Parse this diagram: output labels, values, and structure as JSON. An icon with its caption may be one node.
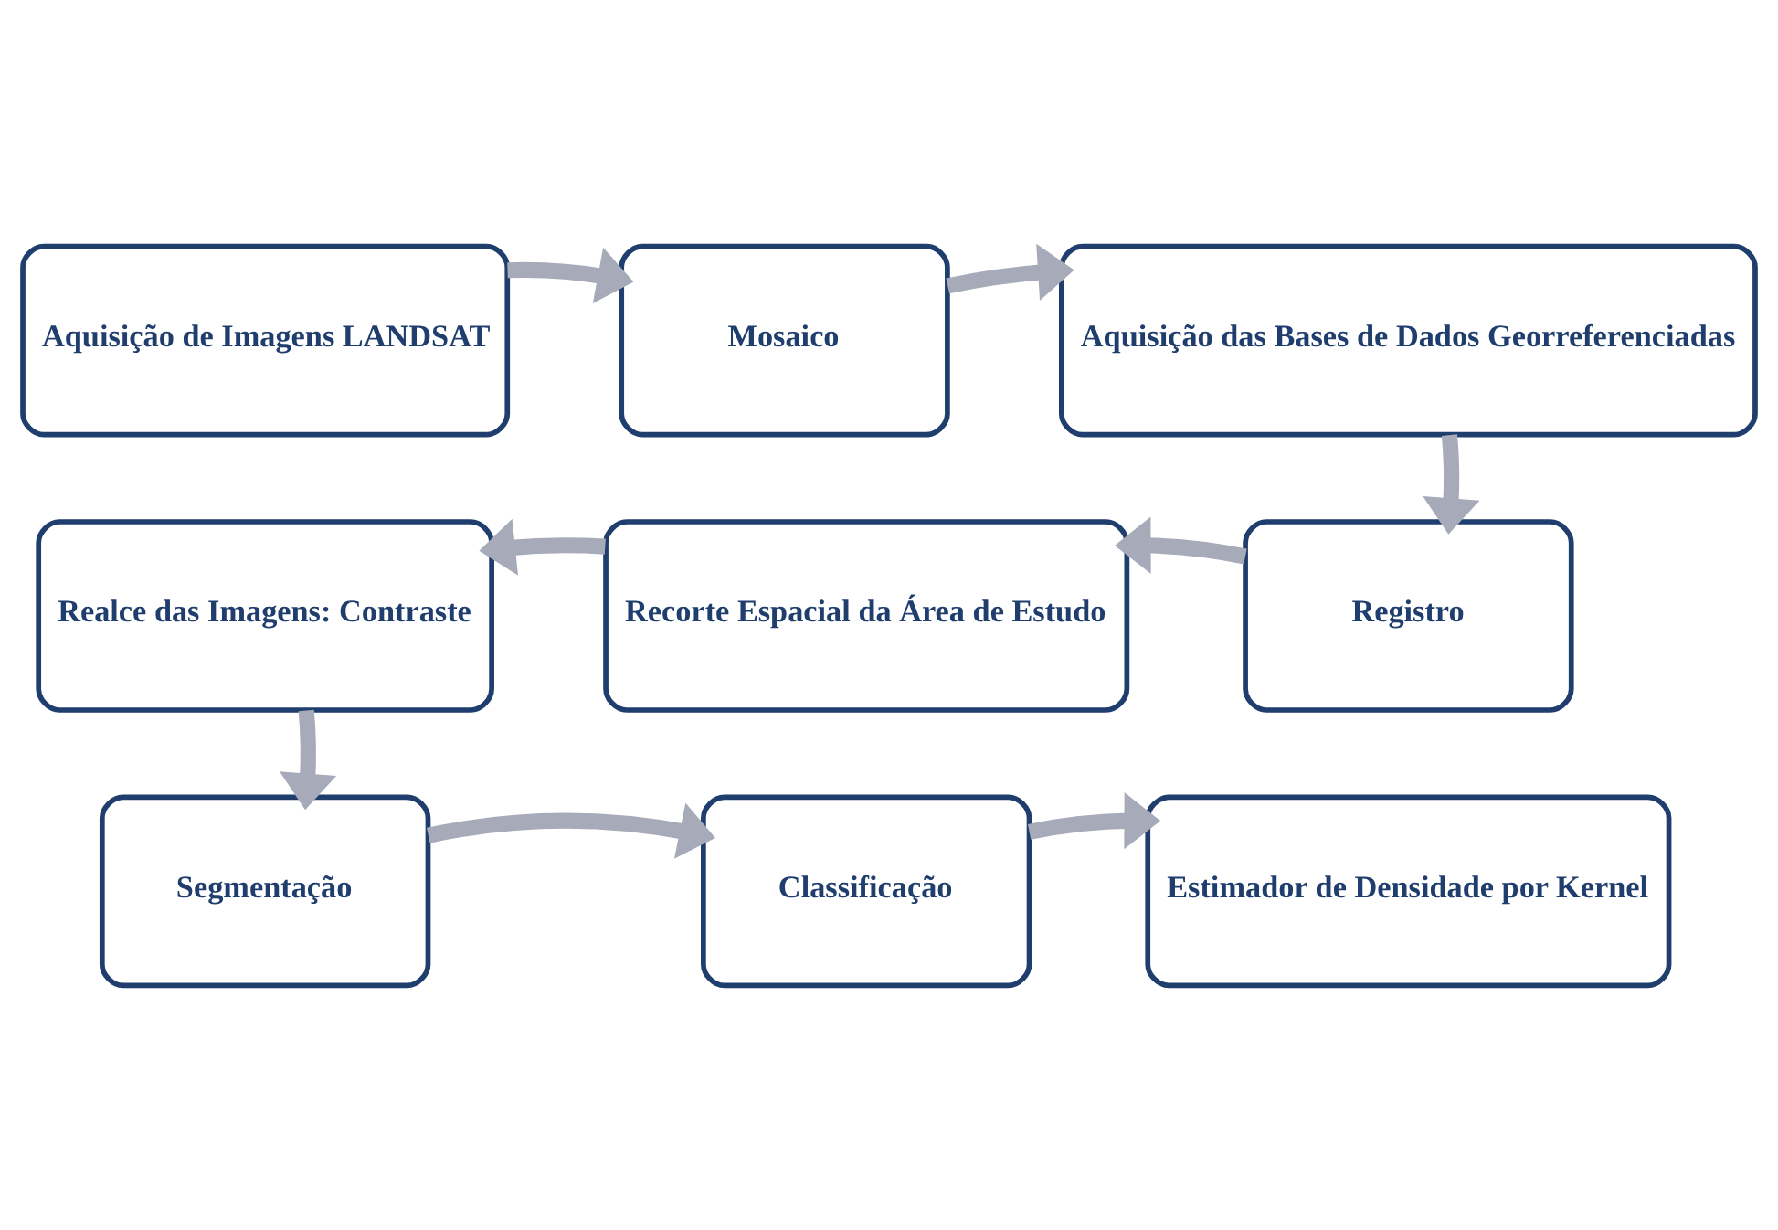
{
  "diagram": {
    "nodes": [
      {
        "text": [
          "Aquisição de Imagens LANDSAT"
        ]
      },
      {
        "text": [
          "Mosaico"
        ]
      },
      {
        "text": [
          "Aquisição das Bases de Dados Georreferenciadas"
        ]
      },
      {
        "text": [
          "Realce das Imagens: Contraste"
        ]
      },
      {
        "text": [
          "Recorte Espacial da Área de Estudo"
        ]
      },
      {
        "text": [
          "Registro"
        ]
      },
      {
        "text": [
          "Segmentação"
        ]
      },
      {
        "text": [
          "Classificação"
        ]
      },
      {
        "text": [
          "Estimador de Densidade por Kernel"
        ]
      }
    ],
    "edges": [
      {
        "from": 0,
        "to": 1,
        "arrow": "to"
      },
      {
        "from": 1,
        "to": 2,
        "arrow": "to"
      },
      {
        "from": 2,
        "to": 5,
        "arrow": "to"
      },
      {
        "from": 5,
        "to": 4,
        "arrow": "to"
      },
      {
        "from": 4,
        "to": 3,
        "arrow": "to"
      },
      {
        "from": 3,
        "to": 6,
        "arrow": "to"
      },
      {
        "from": 6,
        "to": 7,
        "arrow": "to"
      },
      {
        "from": 7,
        "to": 8,
        "arrow": "to"
      }
    ]
  }
}
